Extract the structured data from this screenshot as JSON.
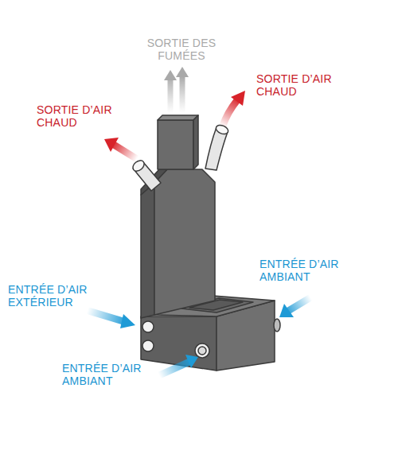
{
  "diagram": {
    "labels": [
      "SORTIE DES FUMÉES",
      "SORTIE D’AIR CHAUD",
      "SORTIE D’AIR CHAUD",
      "ENTRÉE D’AIR AMBIANT",
      "ENTRÉE D’AIR EXTÉRIEUR",
      "ENTRÉE D’AIR AMBIANT"
    ]
  }
}
